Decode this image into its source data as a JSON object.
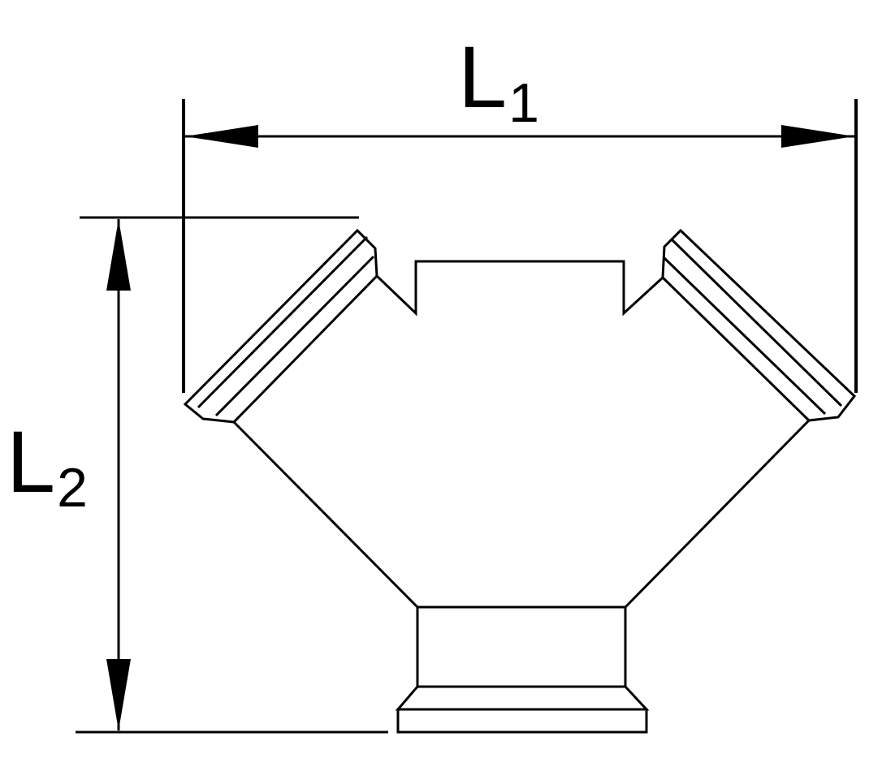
{
  "diagram": {
    "dimension_width": {
      "label": "L",
      "subscript": "1"
    },
    "dimension_height": {
      "label": "L",
      "subscript": "2"
    }
  }
}
